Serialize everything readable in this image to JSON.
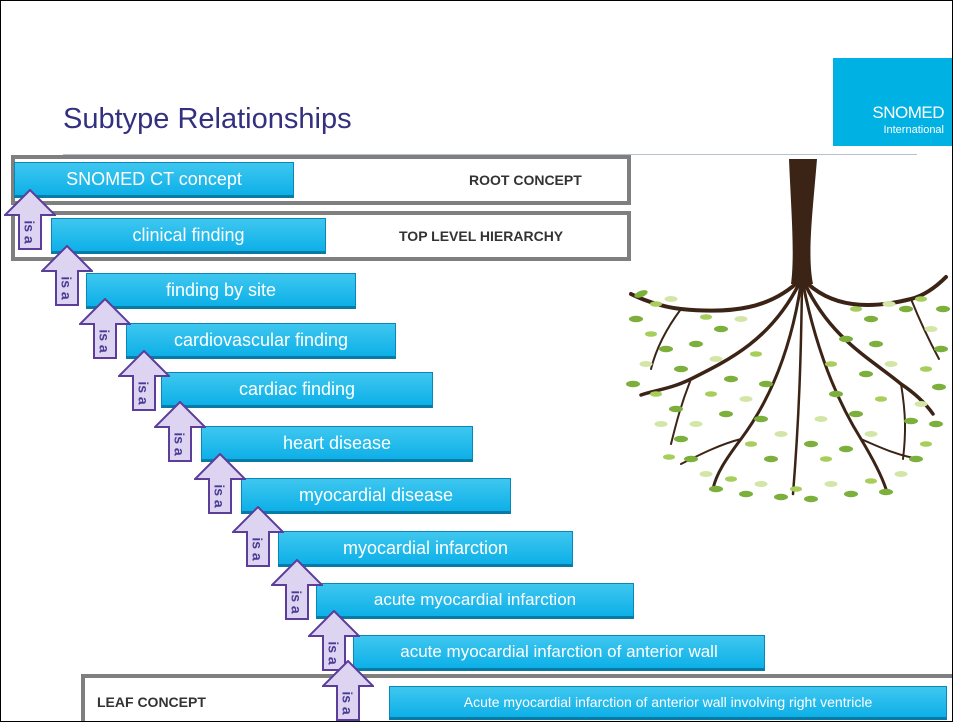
{
  "slide": {
    "title": "Subtype Relationships",
    "logo": {
      "main": "SNOMED",
      "sub": "International"
    },
    "frames": {
      "root": "ROOT CONCEPT",
      "top": "TOP LEVEL HIERARCHY",
      "leaf": "LEAF CONCEPT"
    },
    "concepts": [
      "SNOMED CT concept",
      "clinical finding",
      "finding by site",
      "cardiovascular finding",
      "cardiac finding",
      "heart disease",
      "myocardial disease",
      "myocardial infarction",
      "acute myocardial infarction",
      "acute myocardial infarction of anterior wall",
      "Acute myocardial infarction of anterior wall involving right ventricle"
    ],
    "relationship_label": "is a",
    "colors": {
      "concept_box": "#13b4e8",
      "frame": "#7f7f7f",
      "title": "#33317f",
      "arrow": "#ddd4f2",
      "logo": "#00b2e3"
    },
    "icons": {
      "tree": "tree-illustration",
      "arrow": "up-arrow-icon"
    }
  }
}
